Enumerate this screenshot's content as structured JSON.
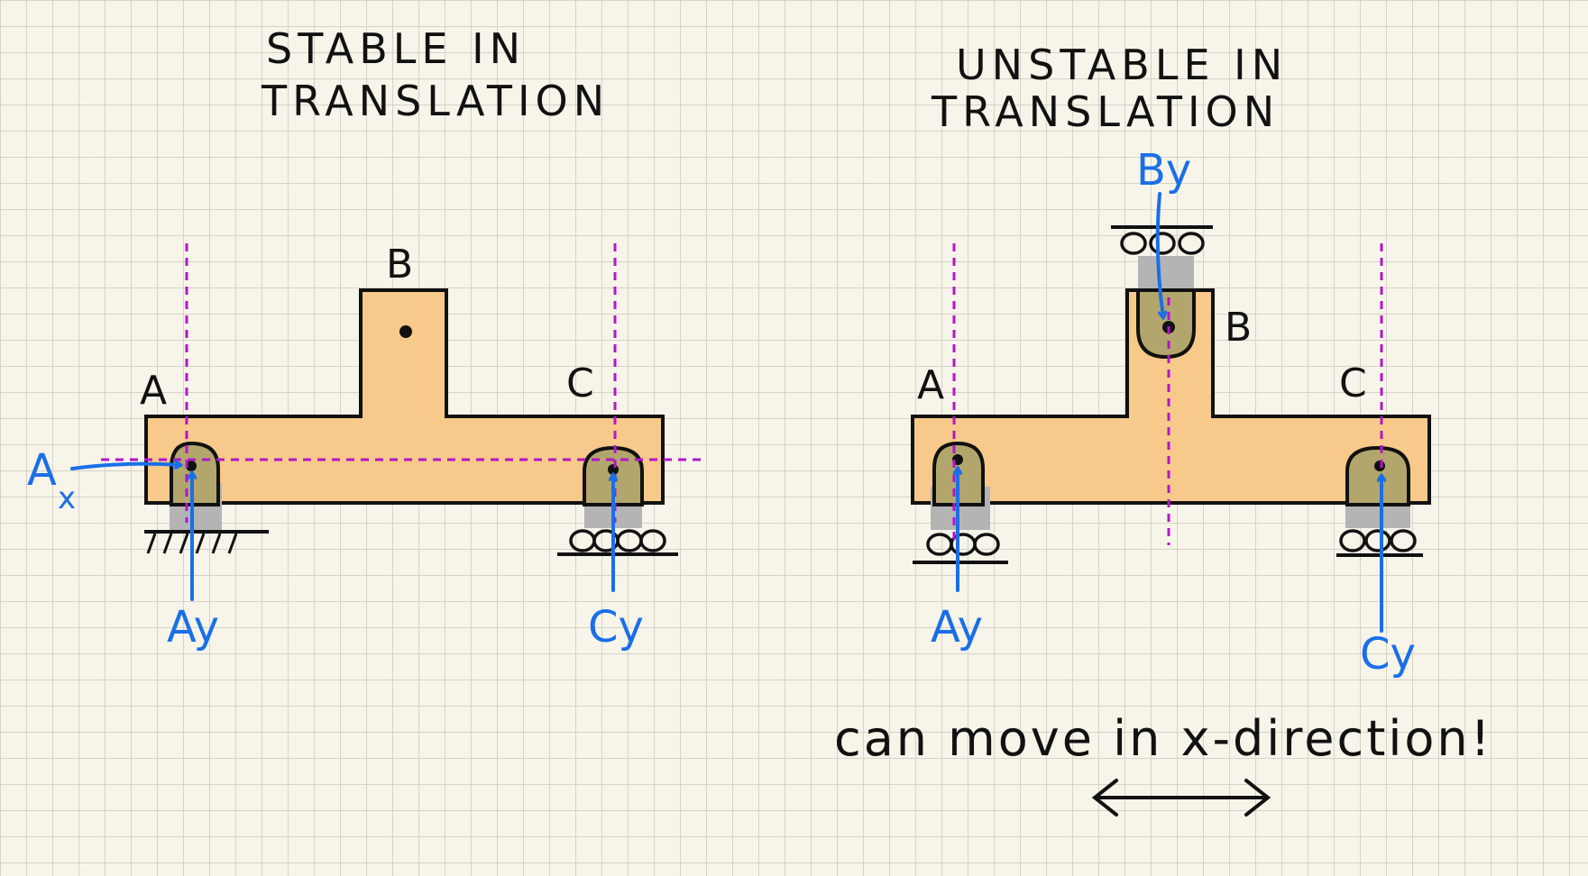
{
  "left_panel": {
    "title_line1": "STABLE IN",
    "title_line2": "TRANSLATION",
    "label_A": "A",
    "label_B": "B",
    "label_C": "C",
    "force_Ax": "A",
    "force_Ax_sub": "x",
    "force_Ay": "Ay",
    "force_Cy": "Cy"
  },
  "right_panel": {
    "title_line1": "UNSTABLE IN",
    "title_line2": "TRANSLATION",
    "label_A": "A",
    "label_B": "B",
    "label_C": "C",
    "force_By": "By",
    "force_Ay": "Ay",
    "force_Cy": "Cy",
    "note": "can move in x-direction!"
  },
  "colors": {
    "beam": "#f7c98a",
    "pin": "#b3a66c",
    "support_base": "#b4b4b4",
    "force_arrow": "#1a6fe8",
    "line_of_action": "#b316c9",
    "ink": "#111111"
  }
}
